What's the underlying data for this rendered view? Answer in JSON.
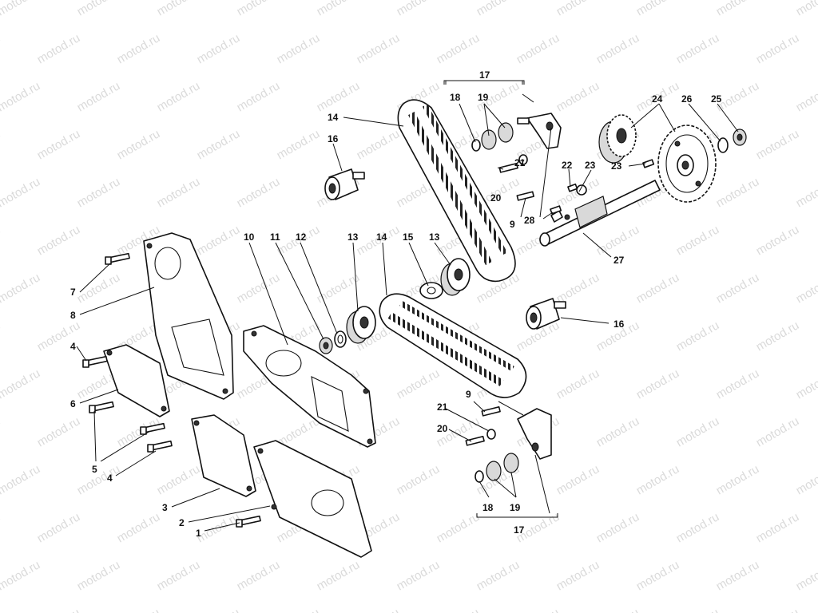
{
  "watermark": "motod.ru",
  "callouts": {
    "c1": "1",
    "c2": "2",
    "c3": "3",
    "c4a": "4",
    "c4b": "4",
    "c5": "5",
    "c6": "6",
    "c7": "7",
    "c8": "8",
    "c9a": "9",
    "c9b": "9",
    "c10": "10",
    "c11": "11",
    "c12": "12",
    "c13a": "13",
    "c13b": "13",
    "c14a": "14",
    "c14b": "14",
    "c15": "15",
    "c16a": "16",
    "c16b": "16",
    "c17a": "17",
    "c17b": "17",
    "c18a": "18",
    "c18b": "18",
    "c19a": "19",
    "c19b": "19",
    "c20a": "20",
    "c20b": "20",
    "c21a": "21",
    "c21b": "21",
    "c22": "22",
    "c23a": "23",
    "c23b": "23",
    "c24": "24",
    "c25": "25",
    "c26": "26",
    "c27": "27",
    "c28": "28"
  }
}
